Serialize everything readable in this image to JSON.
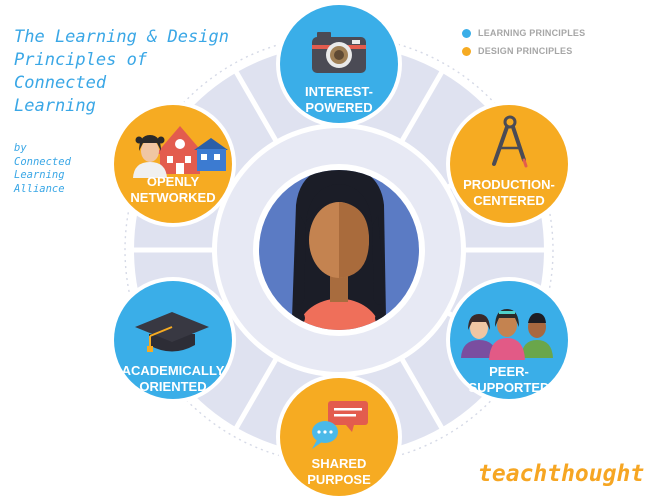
{
  "title": {
    "lines": [
      "The Learning & Design",
      "Principles of",
      "Connected",
      "Learning"
    ]
  },
  "byline": {
    "lines": [
      "by",
      "Connected",
      "Learning",
      "Alliance"
    ]
  },
  "legend": [
    {
      "label": "LEARNING PRINCIPLES",
      "color": "#3aaee8"
    },
    {
      "label": "DESIGN PRINCIPLES",
      "color": "#f6ab22"
    }
  ],
  "nodes": {
    "interest_powered": {
      "lines": [
        "INTEREST-",
        "POWERED"
      ],
      "color": "#3aaee8",
      "icon": "camera-icon"
    },
    "production_centered": {
      "lines": [
        "PRODUCTION-",
        "CENTERED"
      ],
      "color": "#f6ab22",
      "icon": "drafting-compass-icon"
    },
    "peer_supported": {
      "lines": [
        "PEER-",
        "SUPPORTED"
      ],
      "color": "#3aaee8",
      "icon": "peers-icon"
    },
    "shared_purpose": {
      "lines": [
        "SHARED",
        "PURPOSE"
      ],
      "color": "#f6ab22",
      "icon": "speech-bubbles-icon"
    },
    "academically_oriented": {
      "lines": [
        "ACADEMICALLY",
        "ORIENTED"
      ],
      "color": "#3aaee8",
      "icon": "graduation-cap-icon"
    },
    "openly_networked": {
      "lines": [
        "OPENLY",
        "NETWORKED"
      ],
      "color": "#f6ab22",
      "icon": "school-home-icon"
    }
  },
  "center": {
    "icon": "learner-portrait-icon",
    "color": "#5b7bc4"
  },
  "brand": "teachthought"
}
